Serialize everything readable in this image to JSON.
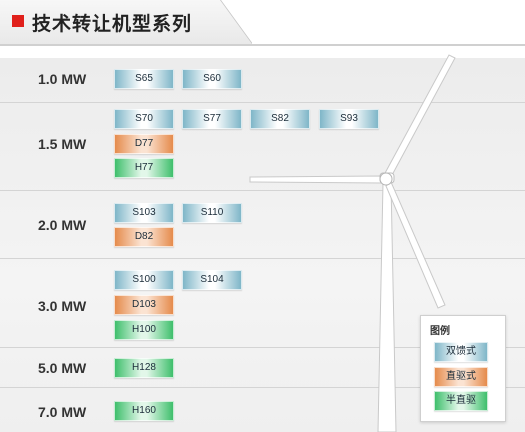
{
  "header": {
    "title": "技术转让机型系列"
  },
  "rows": [
    {
      "label": "1.0 MW",
      "models": [
        {
          "name": "S65",
          "type": "双馈式"
        },
        {
          "name": "S60",
          "type": "双馈式"
        }
      ]
    },
    {
      "label": "1.5 MW",
      "models": [
        {
          "name": "S70",
          "type": "双馈式"
        },
        {
          "name": "S77",
          "type": "双馈式"
        },
        {
          "name": "S82",
          "type": "双馈式"
        },
        {
          "name": "S93",
          "type": "双馈式"
        },
        {
          "name": "D77",
          "type": "直驱式"
        },
        {
          "name": "H77",
          "type": "半直驱"
        }
      ]
    },
    {
      "label": "2.0 MW",
      "models": [
        {
          "name": "S103",
          "type": "双馈式"
        },
        {
          "name": "S110",
          "type": "双馈式"
        },
        {
          "name": "D82",
          "type": "直驱式"
        }
      ]
    },
    {
      "label": "3.0 MW",
      "models": [
        {
          "name": "S100",
          "type": "双馈式"
        },
        {
          "name": "S104",
          "type": "双馈式"
        },
        {
          "name": "D103",
          "type": "直驱式"
        },
        {
          "name": "H100",
          "type": "半直驱"
        }
      ]
    },
    {
      "label": "5.0 MW",
      "models": [
        {
          "name": "H128",
          "type": "半直驱"
        }
      ]
    },
    {
      "label": "7.0 MW",
      "models": [
        {
          "name": "H160",
          "type": "半直驱"
        }
      ]
    }
  ],
  "legend": {
    "title": "图例",
    "items": [
      {
        "label": "双馈式",
        "color": "#7fb6c8"
      },
      {
        "label": "直驱式",
        "color": "#e58b4c"
      },
      {
        "label": "半直驱",
        "color": "#3fbf6c"
      }
    ]
  },
  "colors": {
    "accent": "#e0201b",
    "doubly_fed": "#7fb6c8",
    "direct_drive": "#e58b4c",
    "semi_direct": "#3fbf6c"
  },
  "icons": {
    "header": "red-square-icon",
    "background": "wind-turbine-icon"
  }
}
